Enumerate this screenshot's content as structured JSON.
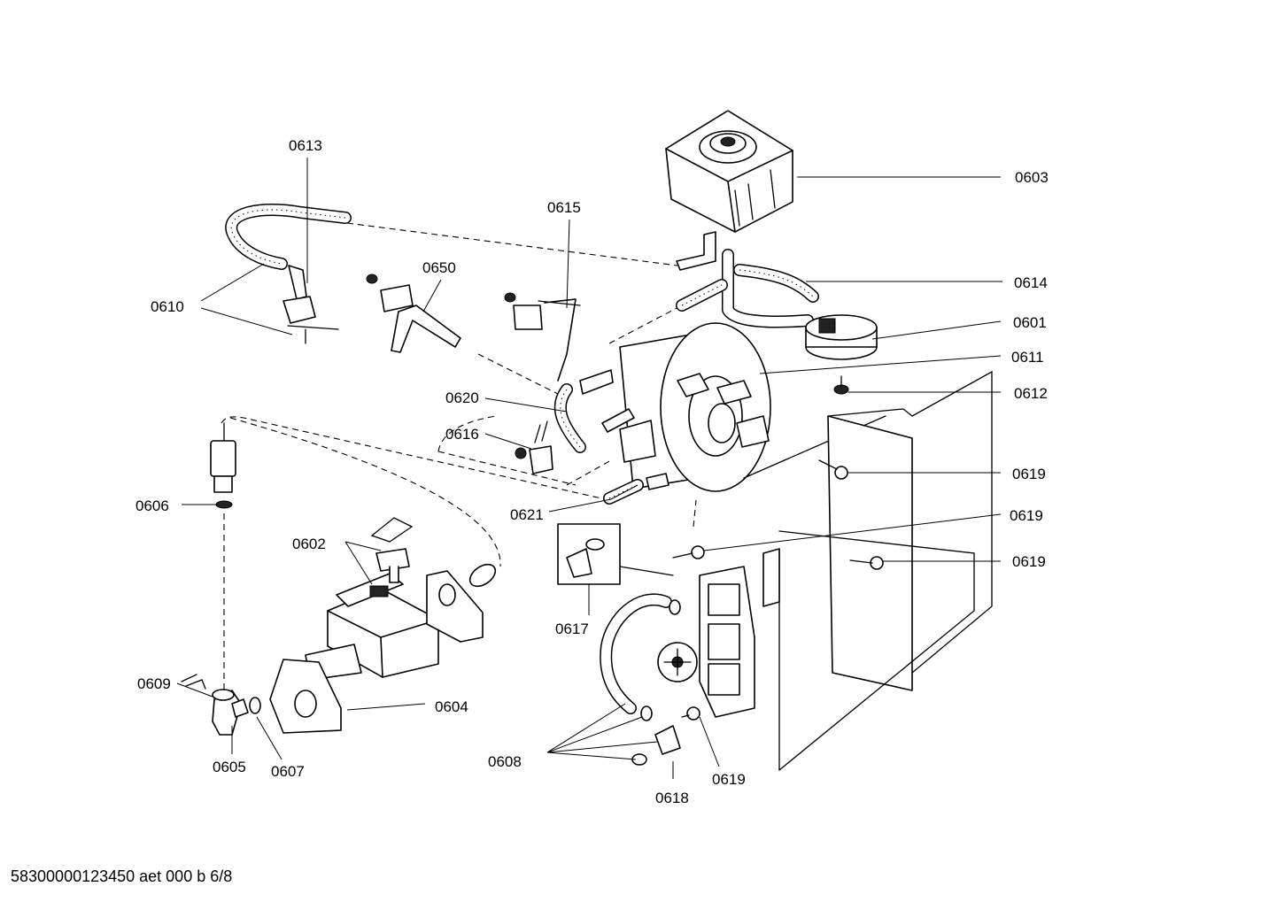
{
  "diagram": {
    "labels": {
      "l0613": "0613",
      "l0603": "0603",
      "l0615": "0615",
      "l0650": "0650",
      "l0614": "0614",
      "l0610": "0610",
      "l0601": "0601",
      "l0611": "0611",
      "l0612": "0612",
      "l0620": "0620",
      "l0616": "0616",
      "l0619a": "0619",
      "l0619b": "0619",
      "l0619c": "0619",
      "l0619d": "0619",
      "l0606": "0606",
      "l0621": "0621",
      "l0602": "0602",
      "l0617": "0617",
      "l0609": "0609",
      "l0604": "0604",
      "l0608": "0608",
      "l0605": "0605",
      "l0607": "0607",
      "l0618": "0618"
    }
  },
  "footer": {
    "code": "58300000123450 aet 000 b 6/8"
  }
}
